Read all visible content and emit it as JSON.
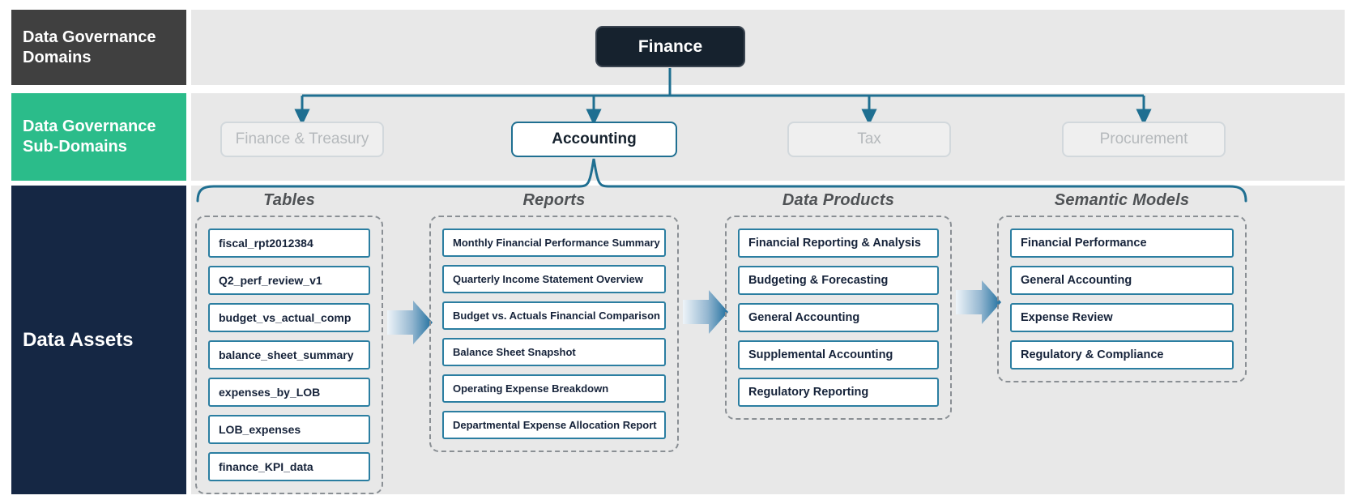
{
  "rail": {
    "domains_label": "Data Governance Domains",
    "subdomains_label": "Data Governance Sub-Domains",
    "assets_label": "Data Assets",
    "colors": {
      "domains_bg": "#404040",
      "subdomains_bg": "#2BBC8A",
      "assets_bg": "#152744"
    }
  },
  "root": {
    "label": "Finance",
    "bg": "#16222e",
    "text_color": "#ffffff"
  },
  "subdomains": [
    {
      "label": "Finance & Treasury",
      "active": false
    },
    {
      "label": "Accounting",
      "active": true
    },
    {
      "label": "Tax",
      "active": false
    },
    {
      "label": "Procurement",
      "active": false
    }
  ],
  "columns": [
    {
      "title": "Tables",
      "items": [
        "fiscal_rpt2012384",
        "Q2_perf_review_v1",
        "budget_vs_actual_comp",
        "balance_sheet_summary",
        "expenses_by_LOB",
        "LOB_expenses",
        "finance_KPI_data"
      ]
    },
    {
      "title": "Reports",
      "items": [
        "Monthly Financial Performance Summary",
        "Quarterly Income Statement Overview",
        "Budget vs. Actuals Financial Comparison",
        "Balance Sheet Snapshot",
        "Operating Expense Breakdown",
        "Departmental Expense Allocation Report"
      ]
    },
    {
      "title": "Data Products",
      "items": [
        "Financial Reporting & Analysis",
        "Budgeting & Forecasting",
        "General Accounting",
        "Supplemental Accounting",
        "Regulatory Reporting"
      ]
    },
    {
      "title": "Semantic Models",
      "items": [
        "Financial Performance",
        "General Accounting",
        "Expense Review",
        "Regulatory & Compliance"
      ]
    }
  ],
  "theme": {
    "connector_line": "#1f6f91",
    "asset_border": "#2b7ea1",
    "dashed_border": "#8a8f94",
    "band_bg": "#e8e8e8",
    "arrow_light": "#e8f0f7",
    "arrow_dark": "#1f6f9e"
  }
}
